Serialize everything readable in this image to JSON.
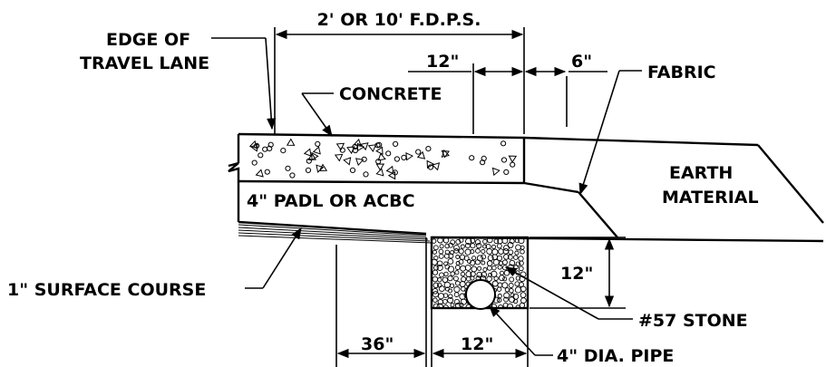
{
  "labels": {
    "width_dimension": "2' OR 10' F.D.P.S.",
    "edge_of_travel_lane_line1": "EDGE OF",
    "edge_of_travel_lane_line2": "TRAVEL LANE",
    "concrete": "CONCRETE",
    "dim_12_top": "12\"",
    "dim_6_top": "6\"",
    "fabric": "FABRIC",
    "earth_material_line1": "EARTH",
    "earth_material_line2": "MATERIAL",
    "base": "4\" PADL OR ACBC",
    "surface_course": "1\" SURFACE COURSE",
    "dim_12_right": "12\"",
    "stone": "#57 STONE",
    "dim_36_bottom": "36\"",
    "dim_12_bottom": "12\"",
    "pipe": "4\" DIA. PIPE"
  }
}
